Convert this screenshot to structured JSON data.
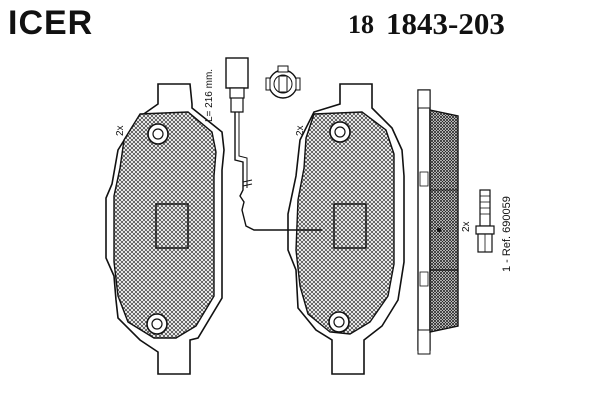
{
  "header": {
    "brand_logo": "ICER",
    "part_prefix": "18",
    "part_number": "1843-203"
  },
  "annotations": {
    "wire_length": "L= 216 mm.",
    "qty_left_pad": "2x",
    "qty_right_pad": "2x",
    "qty_bolt": "2x",
    "reference": "1 - Ref. 690059"
  }
}
